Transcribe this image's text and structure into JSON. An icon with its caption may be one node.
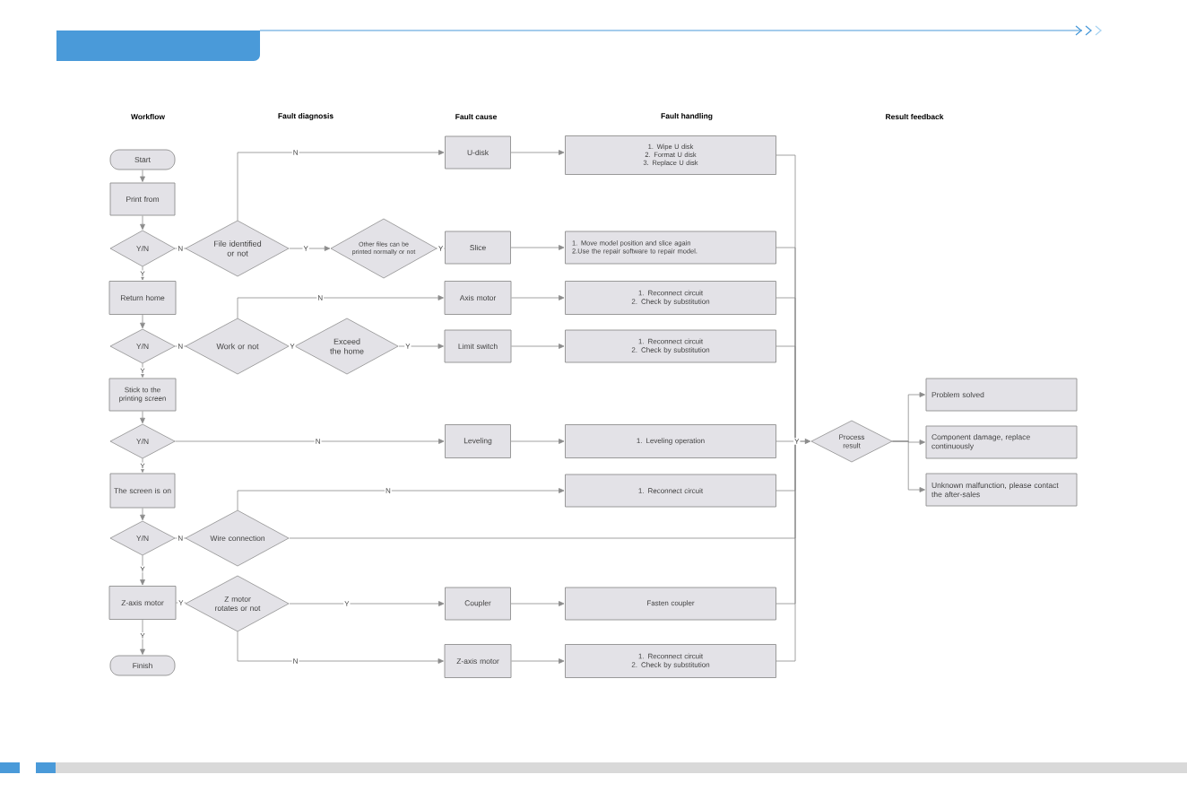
{
  "diagram": {
    "nodes": [
      {
        "text": [
          "Start"
        ]
      },
      {
        "text": [
          "Print from"
        ]
      },
      {
        "text": [
          "Y/N"
        ]
      },
      {
        "text": [
          "Return home"
        ]
      },
      {
        "text": [
          "Y/N"
        ]
      },
      {
        "text": [
          "Stick to the printing screen"
        ]
      },
      {
        "text": [
          "Y/N"
        ]
      },
      {
        "text": [
          "The screen is on"
        ]
      },
      {
        "text": [
          "Y/N"
        ]
      },
      {
        "text": [
          "Z-axis motor"
        ]
      },
      {
        "text": [
          "Finish"
        ]
      },
      {
        "text": [
          "File identified or not"
        ]
      },
      {
        "text": [
          "Other files can be printed normally or not"
        ]
      },
      {
        "text": [
          "Work or not"
        ]
      },
      {
        "text": [
          "Exceed the home"
        ]
      },
      {
        "text": [
          "Wire connection"
        ]
      },
      {
        "text": [
          "Z motor rotates or not"
        ]
      },
      {
        "text": [
          "U-disk"
        ]
      },
      {
        "text": [
          "Slice"
        ]
      },
      {
        "text": [
          "Axis motor"
        ]
      },
      {
        "text": [
          "Limit switch"
        ]
      },
      {
        "text": [
          "Leveling"
        ]
      },
      {
        "text": [
          "Coupler"
        ]
      },
      {
        "text": [
          "Z-axis motor"
        ]
      },
      {
        "text": [
          "1. Wipe U disk",
          "2. Format U disk",
          "3. Replace U disk"
        ]
      },
      {
        "text": [
          "1. Move model position and slice again",
          "2.Use the repair software to repair model."
        ]
      },
      {
        "text": [
          "1. Reconnect circuit",
          "2. Check by substitution"
        ]
      },
      {
        "text": [
          "1. Reconnect circuit",
          "2. Check by substitution"
        ]
      },
      {
        "text": [
          "1. Leveling operation"
        ]
      },
      {
        "text": [
          "1. Reconnect circuit"
        ]
      },
      {
        "text": [
          "Fasten coupler"
        ]
      },
      {
        "text": [
          "1. Reconnect circuit",
          "2. Check by substitution"
        ]
      },
      {
        "text": [
          "Process result"
        ]
      },
      {
        "text": [
          "Problem solved"
        ]
      },
      {
        "text": [
          "Component damage, replace continuously"
        ]
      },
      {
        "text": [
          "Unknown malfunction, please contact the after-sales"
        ]
      }
    ],
    "edges": [
      {
        "from": 0,
        "to": 1,
        "arrow": "to"
      },
      {
        "from": 1,
        "to": 2,
        "arrow": "to"
      },
      {
        "from": 2,
        "to": 3,
        "arrow": "to",
        "label": "Y"
      },
      {
        "from": 3,
        "to": 4,
        "arrow": "to"
      },
      {
        "from": 4,
        "to": 5,
        "arrow": "to",
        "label": "Y"
      },
      {
        "from": 5,
        "to": 6,
        "arrow": "to"
      },
      {
        "from": 6,
        "to": 7,
        "arrow": "to",
        "label": "Y"
      },
      {
        "from": 7,
        "to": 8,
        "arrow": "to"
      },
      {
        "from": 8,
        "to": 9,
        "arrow": "to",
        "label": "Y"
      },
      {
        "from": 9,
        "to": 10,
        "arrow": "to",
        "label": "Y"
      },
      {
        "from": 2,
        "to": 11,
        "arrow": "none",
        "label": "N"
      },
      {
        "from": 11,
        "to": 17,
        "arrow": "to",
        "label": "N"
      },
      {
        "from": 11,
        "to": 12,
        "arrow": "to",
        "label": "Y"
      },
      {
        "from": 12,
        "to": 18,
        "arrow": "none",
        "label": "Y"
      },
      {
        "from": 4,
        "to": 13,
        "arrow": "none",
        "label": "N"
      },
      {
        "from": 13,
        "to": 19,
        "arrow": "to",
        "label": "N"
      },
      {
        "from": 13,
        "to": 14,
        "arrow": "none",
        "label": "Y"
      },
      {
        "from": 14,
        "to": 20,
        "arrow": "to",
        "label": "Y"
      },
      {
        "from": 6,
        "to": 21,
        "arrow": "to",
        "label": "N"
      },
      {
        "from": 8,
        "to": 15,
        "arrow": "none",
        "label": "N"
      },
      {
        "from": 15,
        "to": 29,
        "arrow": "to",
        "label": "N"
      },
      {
        "from": 15,
        "to": 32,
        "arrow": "to",
        "label": "Y"
      },
      {
        "from": 9,
        "to": 16,
        "arrow": "none",
        "label": "Y"
      },
      {
        "from": 16,
        "to": 22,
        "arrow": "to",
        "label": "Y"
      },
      {
        "from": 16,
        "to": 23,
        "arrow": "to",
        "label": "N"
      },
      {
        "from": 17,
        "to": 24,
        "arrow": "to"
      },
      {
        "from": 18,
        "to": 25,
        "arrow": "to"
      },
      {
        "from": 19,
        "to": 26,
        "arrow": "to"
      },
      {
        "from": 20,
        "to": 27,
        "arrow": "to"
      },
      {
        "from": 21,
        "to": 28,
        "arrow": "to"
      },
      {
        "from": 22,
        "to": 30,
        "arrow": "to"
      },
      {
        "from": 23,
        "to": 31,
        "arrow": "to"
      },
      {
        "from": 24,
        "to": 32,
        "arrow": "to"
      },
      {
        "from": 25,
        "to": 32,
        "arrow": "to"
      },
      {
        "from": 26,
        "to": 32,
        "arrow": "to"
      },
      {
        "from": 27,
        "to": 32,
        "arrow": "to"
      },
      {
        "from": 28,
        "to": 32,
        "arrow": "to"
      },
      {
        "from": 29,
        "to": 32,
        "arrow": "to"
      },
      {
        "from": 30,
        "to": 32,
        "arrow": "to"
      },
      {
        "from": 31,
        "to": 32,
        "arrow": "to"
      },
      {
        "from": 32,
        "to": 33,
        "arrow": "to"
      },
      {
        "from": 32,
        "to": 34,
        "arrow": "to"
      },
      {
        "from": 32,
        "to": 35,
        "arrow": "to"
      }
    ],
    "labels": [
      "Workflow",
      "Fault diagnosis",
      "Fault cause",
      "Fault handling",
      "Result feedback"
    ]
  }
}
